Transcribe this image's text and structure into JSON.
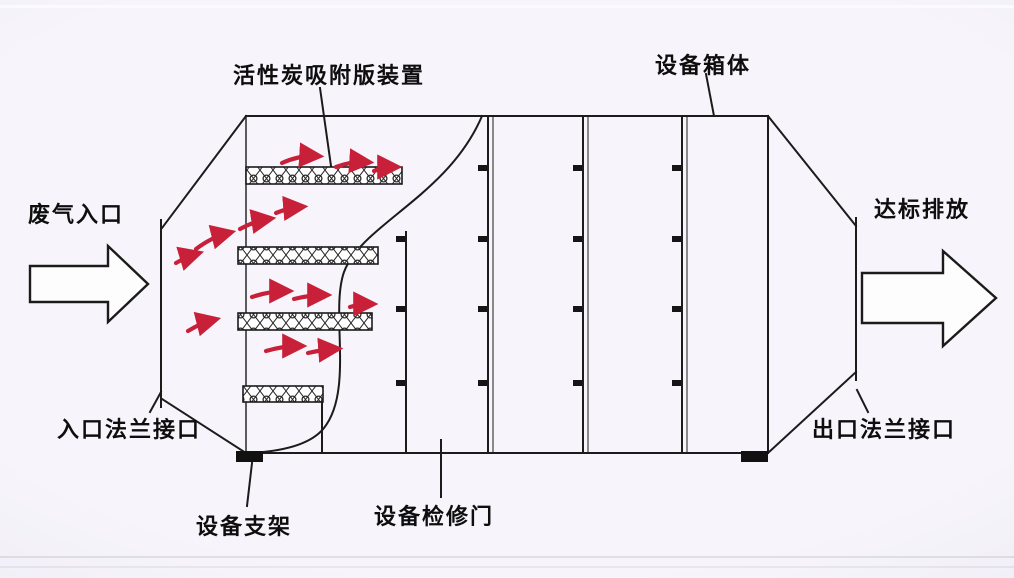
{
  "labels": {
    "carbon_plate": "活性炭吸附版装置",
    "equipment_box": "设备箱体",
    "gas_inlet": "废气入口",
    "discharge": "达标排放",
    "inlet_flange": "入口法兰接口",
    "outlet_flange": "出口法兰接口",
    "support": "设备支架",
    "maintenance_door": "设备检修门"
  },
  "colors": {
    "line": "#1b1b1b",
    "flow": "#c9203a",
    "bg_center": "#f7f5fb",
    "bg_mid": "#ebe8f2",
    "bg_edge": "#d7d4e2"
  }
}
